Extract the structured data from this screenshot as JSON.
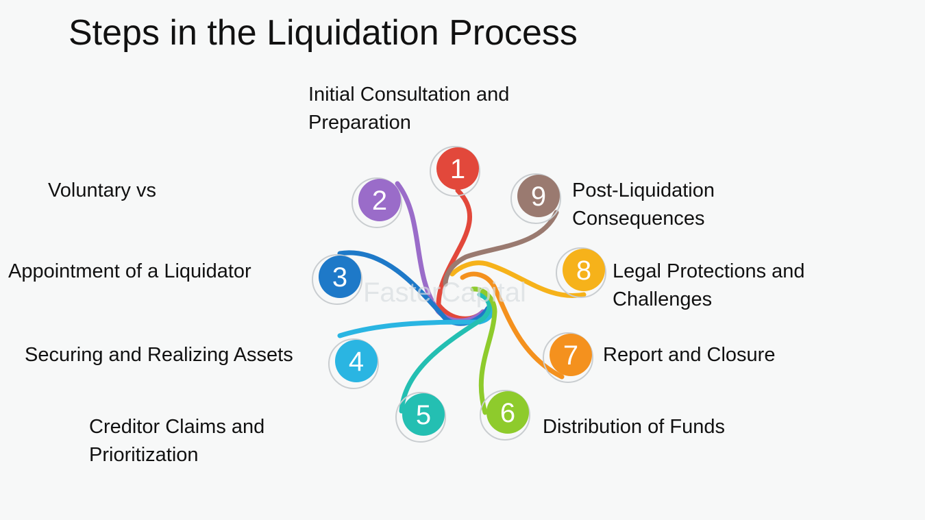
{
  "title": "Steps in the Liquidation Process",
  "watermark": "FasterCapital",
  "steps": [
    {
      "number": "1",
      "label_lines": [
        "Initial Consultation and",
        "Preparation"
      ],
      "color": "#e2483b"
    },
    {
      "number": "2",
      "label_lines": [
        "Voluntary vs"
      ],
      "color": "#9a6cc9"
    },
    {
      "number": "3",
      "label_lines": [
        "Appointment of a Liquidator"
      ],
      "color": "#1e79c8"
    },
    {
      "number": "4",
      "label_lines": [
        "Securing and Realizing Assets"
      ],
      "color": "#2ab5e2"
    },
    {
      "number": "5",
      "label_lines": [
        "Creditor Claims and",
        "Prioritization"
      ],
      "color": "#24bfb2"
    },
    {
      "number": "6",
      "label_lines": [
        "Distribution of Funds"
      ],
      "color": "#8ecb2c"
    },
    {
      "number": "7",
      "label_lines": [
        "Report and Closure"
      ],
      "color": "#f4911e"
    },
    {
      "number": "8",
      "label_lines": [
        "Legal Protections and",
        "Challenges"
      ],
      "color": "#f6b21a"
    },
    {
      "number": "9",
      "label_lines": [
        "Post-Liquidation",
        "Consequences"
      ],
      "color": "#9a7a70"
    }
  ]
}
